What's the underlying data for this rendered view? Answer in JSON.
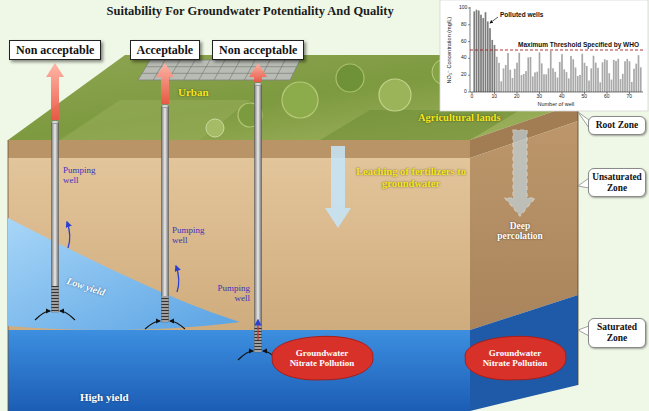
{
  "diagram": {
    "title": "Suitability For Groundwater Potentiality And Quality",
    "nodes": [
      {
        "text": [
          "Non acceptable"
        ]
      },
      {
        "text": [
          "Acceptable"
        ]
      },
      {
        "text": [
          "Non acceptable"
        ]
      },
      {
        "text": [
          "Root Zone"
        ]
      },
      {
        "text": [
          "Unsaturated Zone"
        ]
      },
      {
        "text": [
          "Saturated Zone"
        ]
      },
      {
        "text": [
          "Groundwater Nitrate Pollution"
        ]
      },
      {
        "text": [
          "Groundwater Nitrate Pollution"
        ]
      }
    ],
    "labels": [
      "Urban",
      "Agricultural lands",
      "Pumping well",
      "Pumping well",
      "Pumping well",
      "Leaching of fertilizers to groundwater",
      "Deep percolation",
      "Low yield",
      "High yield",
      "Polluted wells",
      "Maximum Threshold Specified by WHO",
      "NO₃⁻ Concentration (mg/L)",
      "Number of well",
      "0",
      "20",
      "40",
      "60",
      "80",
      "100",
      "0",
      "10",
      "20",
      "30",
      "40",
      "50",
      "60",
      "70"
    ]
  }
}
